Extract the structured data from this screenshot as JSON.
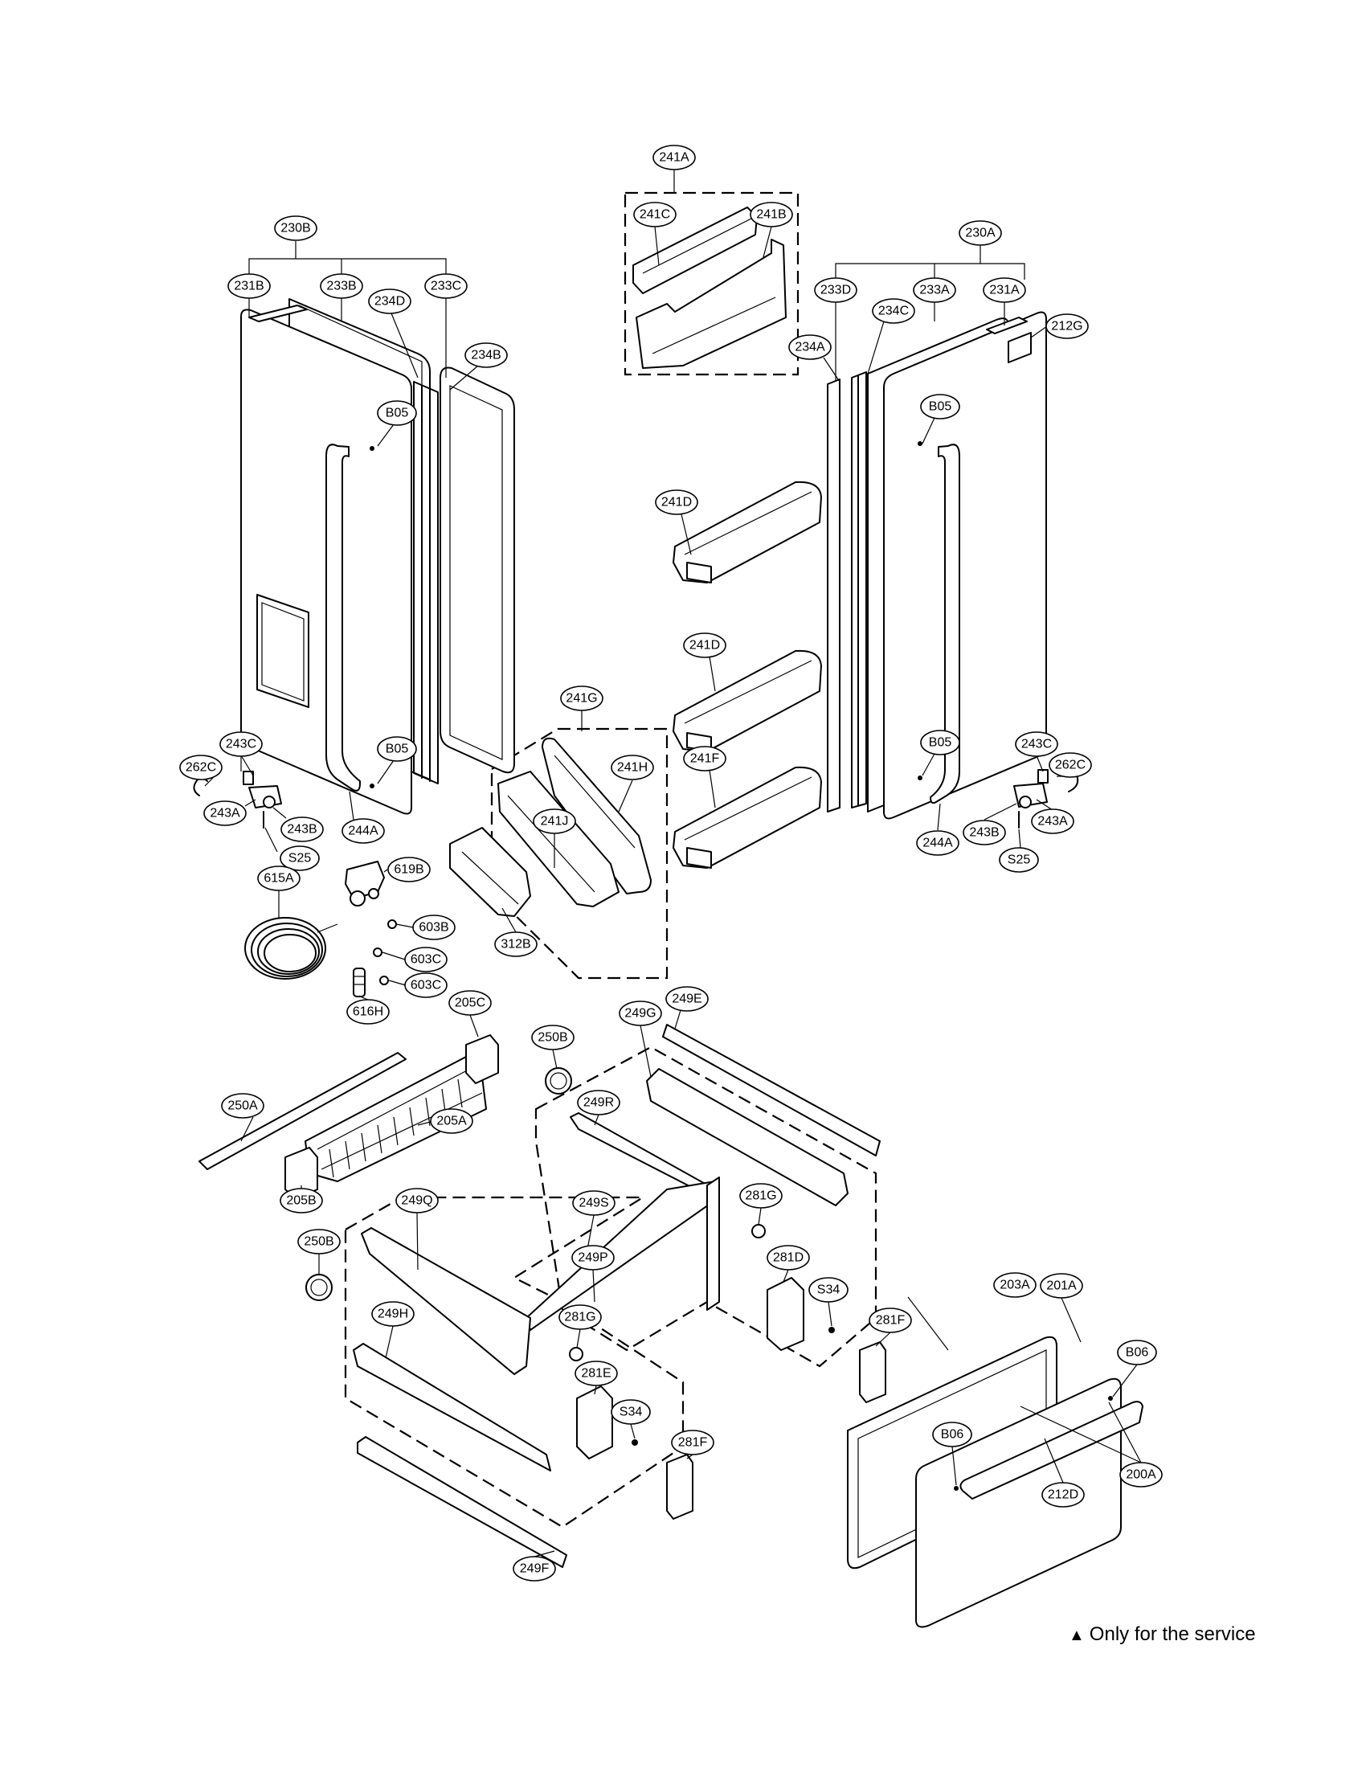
{
  "parts": [
    {
      "id": "241a-label",
      "text": "241A"
    },
    {
      "id": "241c-label",
      "text": "241C"
    },
    {
      "id": "241b-label",
      "text": "241B"
    },
    {
      "id": "230b-label",
      "text": "230B"
    },
    {
      "id": "231b-label",
      "text": "231B"
    },
    {
      "id": "233b-label",
      "text": "233B"
    },
    {
      "id": "234d-label",
      "text": "234D"
    },
    {
      "id": "233c-label",
      "text": "233C"
    },
    {
      "id": "234b-label",
      "text": "234B"
    },
    {
      "id": "b05-left-top-label",
      "text": "B05"
    },
    {
      "id": "b05-left-bottom-label",
      "text": "B05"
    },
    {
      "id": "230a-label",
      "text": "230A"
    },
    {
      "id": "233d-label",
      "text": "233D"
    },
    {
      "id": "233a-label",
      "text": "233A"
    },
    {
      "id": "231a-label",
      "text": "231A"
    },
    {
      "id": "212g-label",
      "text": "212G"
    },
    {
      "id": "234a-label",
      "text": "234A"
    },
    {
      "id": "234c-label",
      "text": "234C"
    },
    {
      "id": "b05-right-top-label",
      "text": "B05"
    },
    {
      "id": "b05-right-bottom-label",
      "text": "B05"
    },
    {
      "id": "241d-top-label",
      "text": "241D"
    },
    {
      "id": "241d-middle-label",
      "text": "241D"
    },
    {
      "id": "241f-label",
      "text": "241F"
    },
    {
      "id": "241g-label",
      "text": "241G"
    },
    {
      "id": "241h-label",
      "text": "241H"
    },
    {
      "id": "241j-label",
      "text": "241J"
    },
    {
      "id": "243c-left-label",
      "text": "243C"
    },
    {
      "id": "262c-left-label",
      "text": "262C"
    },
    {
      "id": "243a-left-label",
      "text": "243A"
    },
    {
      "id": "243b-left-label",
      "text": "243B"
    },
    {
      "id": "s25-left-label",
      "text": "S25"
    },
    {
      "id": "244a-left-label",
      "text": "244A"
    },
    {
      "id": "243c-right-label",
      "text": "243C"
    },
    {
      "id": "262c-right-label",
      "text": "262C"
    },
    {
      "id": "243b-right-label",
      "text": "243B"
    },
    {
      "id": "243a-right-label",
      "text": "243A"
    },
    {
      "id": "s25-right-label",
      "text": "S25"
    },
    {
      "id": "244a-right-label",
      "text": "244A"
    },
    {
      "id": "615a-label",
      "text": "615A"
    },
    {
      "id": "619b-label",
      "text": "619B"
    },
    {
      "id": "603b-label",
      "text": "603B"
    },
    {
      "id": "603c-upper-label",
      "text": "603C"
    },
    {
      "id": "603c-lower-label",
      "text": "603C"
    },
    {
      "id": "616h-label",
      "text": "616H"
    },
    {
      "id": "312b-label",
      "text": "312B"
    },
    {
      "id": "205c-label",
      "text": "205C"
    },
    {
      "id": "250b-top-label",
      "text": "250B"
    },
    {
      "id": "249g-label",
      "text": "249G"
    },
    {
      "id": "249e-label",
      "text": "249E"
    },
    {
      "id": "250a-label",
      "text": "250A"
    },
    {
      "id": "205a-label",
      "text": "205A"
    },
    {
      "id": "249r-label",
      "text": "249R"
    },
    {
      "id": "205b-label",
      "text": "205B"
    },
    {
      "id": "249q-label",
      "text": "249Q"
    },
    {
      "id": "249s-label",
      "text": "249S"
    },
    {
      "id": "281g-right-label",
      "text": "281G"
    },
    {
      "id": "250b-bottom-label",
      "text": "250B"
    },
    {
      "id": "249p-label",
      "text": "249P"
    },
    {
      "id": "281d-label",
      "text": "281D"
    },
    {
      "id": "s34-right-label",
      "text": "S34"
    },
    {
      "id": "203a-label",
      "text": "203A"
    },
    {
      "id": "201a-label",
      "text": "201A"
    },
    {
      "id": "249h-label",
      "text": "249H"
    },
    {
      "id": "281g-left-label",
      "text": "281G"
    },
    {
      "id": "281f-right-label",
      "text": "281F"
    },
    {
      "id": "b06-right-label",
      "text": "B06"
    },
    {
      "id": "281e-label",
      "text": "281E"
    },
    {
      "id": "s34-left-label",
      "text": "S34"
    },
    {
      "id": "b06-left-label",
      "text": "B06"
    },
    {
      "id": "281f-left-label",
      "text": "281F"
    },
    {
      "id": "200a-label",
      "text": "200A"
    },
    {
      "id": "212d-label",
      "text": "212D"
    },
    {
      "id": "249f-label",
      "text": "249F"
    }
  ],
  "note": {
    "marker": "▲",
    "text": "Only for the service"
  }
}
